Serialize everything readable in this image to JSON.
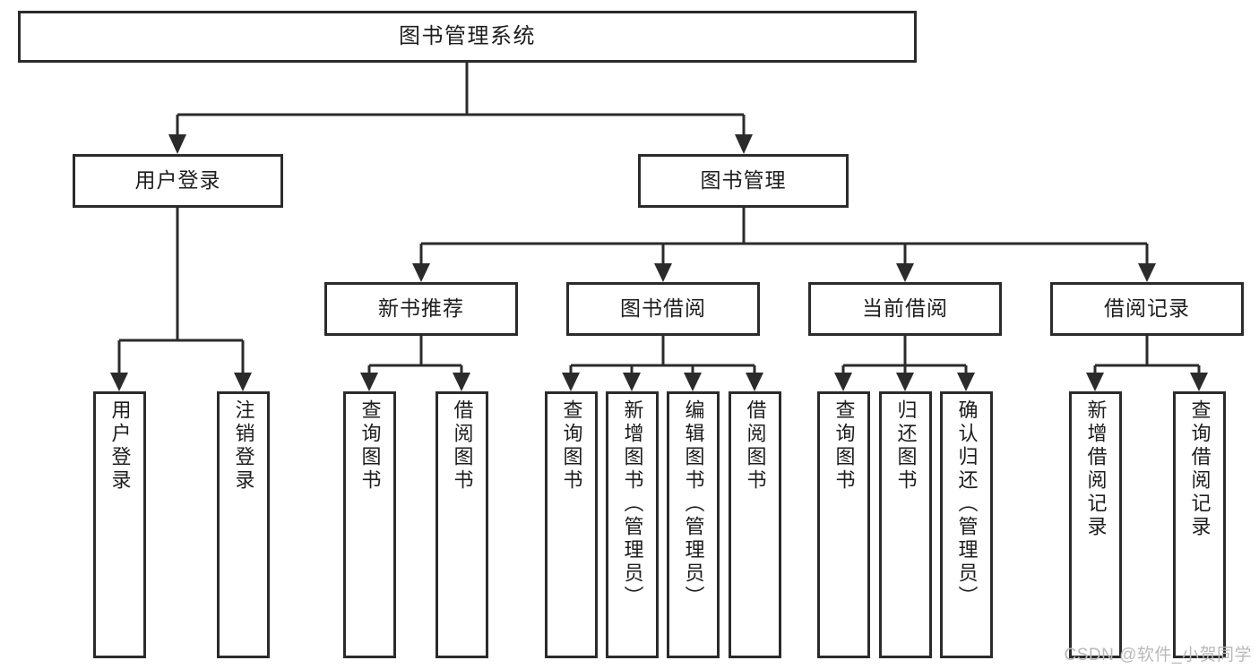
{
  "diagram": {
    "title": "图书管理系统",
    "type": "tree-hierarchy",
    "watermark": "CSDN @软件_小贺同学",
    "colors": {
      "stroke": "#2b2b2b",
      "fill": "#ffffff",
      "text": "#1d1d1d",
      "watermark": "#b9b9b9"
    },
    "levels": {
      "level0": [
        {
          "id": "root",
          "label": "图书管理系统"
        }
      ],
      "level1": [
        {
          "id": "user-login",
          "label": "用户登录",
          "parent": "root"
        },
        {
          "id": "book-manage",
          "label": "图书管理",
          "parent": "root"
        }
      ],
      "level2": [
        {
          "id": "new-book-recommend",
          "label": "新书推荐",
          "parent": "book-manage"
        },
        {
          "id": "book-borrow",
          "label": "图书借阅",
          "parent": "book-manage"
        },
        {
          "id": "current-borrow",
          "label": "当前借阅",
          "parent": "book-manage"
        },
        {
          "id": "borrow-record",
          "label": "借阅记录",
          "parent": "book-manage"
        }
      ],
      "leaves": [
        {
          "id": "leaf-user-login",
          "label": "用户登录",
          "parent": "user-login"
        },
        {
          "id": "leaf-logout-login",
          "label": "注销登录",
          "parent": "user-login"
        },
        {
          "id": "leaf-query-book-1",
          "label": "查询图书",
          "parent": "new-book-recommend"
        },
        {
          "id": "leaf-borrow-book-1",
          "label": "借阅图书",
          "parent": "new-book-recommend"
        },
        {
          "id": "leaf-query-book-2",
          "label": "查询图书",
          "parent": "book-borrow"
        },
        {
          "id": "leaf-add-book",
          "label": "新增图书（管理员）",
          "parent": "book-borrow"
        },
        {
          "id": "leaf-edit-book",
          "label": "编辑图书（管理员）",
          "parent": "book-borrow"
        },
        {
          "id": "leaf-borrow-book-2",
          "label": "借阅图书",
          "parent": "book-borrow"
        },
        {
          "id": "leaf-query-book-3",
          "label": "查询图书",
          "parent": "current-borrow"
        },
        {
          "id": "leaf-return-book",
          "label": "归还图书",
          "parent": "current-borrow"
        },
        {
          "id": "leaf-confirm-return",
          "label": "确认归还（管理员）",
          "parent": "current-borrow"
        },
        {
          "id": "leaf-add-record",
          "label": "新增借阅记录",
          "parent": "borrow-record"
        },
        {
          "id": "leaf-query-record",
          "label": "查询借阅记录",
          "parent": "borrow-record"
        }
      ]
    }
  }
}
